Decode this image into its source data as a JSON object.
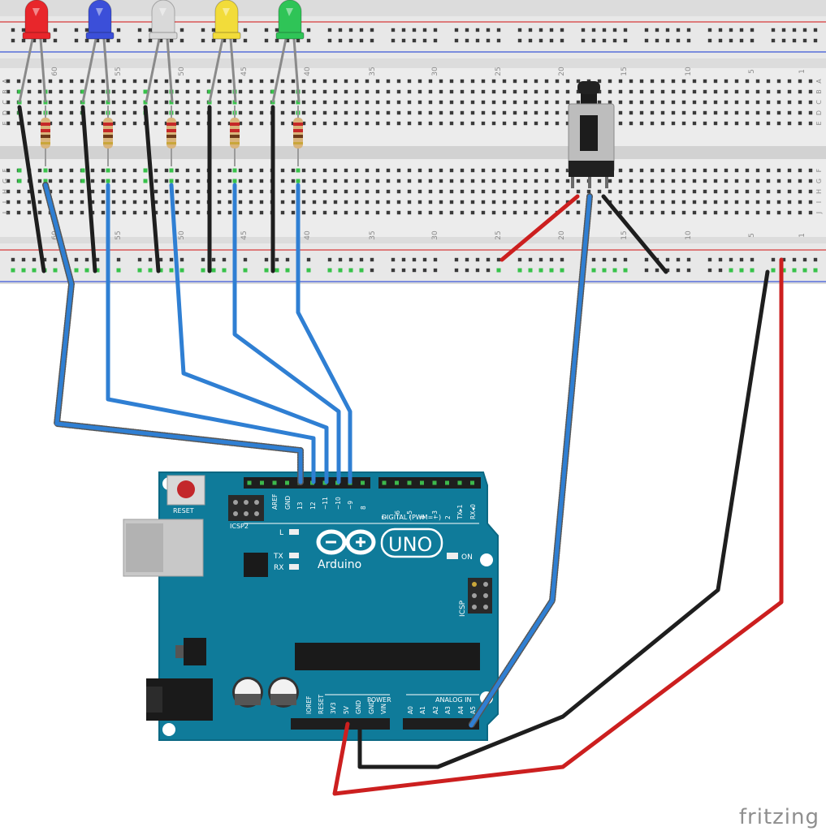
{
  "breadboard": {
    "column_numbers": [
      "60",
      "55",
      "50",
      "45",
      "40",
      "35",
      "30",
      "25",
      "20",
      "15",
      "10",
      "5",
      "1"
    ],
    "row_letters_top": [
      "A",
      "B",
      "C",
      "D",
      "E"
    ],
    "row_letters_bottom": [
      "F",
      "G",
      "H",
      "I",
      "J"
    ]
  },
  "leds": [
    {
      "color": "#e8262b"
    },
    {
      "color": "#3b4fd9"
    },
    {
      "color": "#d9d9d9"
    },
    {
      "color": "#f2dc3a"
    },
    {
      "color": "#2fc457"
    }
  ],
  "arduino": {
    "reset_label": "RESET",
    "icsp2_label": "ICSP2",
    "icsp_label": "ICSP",
    "digital_label": "DIGITAL (PWM=~)",
    "power_label": "POWER",
    "analog_label": "ANALOG IN",
    "brand": "Arduino",
    "model": "UNO",
    "led_labels": [
      "L",
      "TX",
      "RX"
    ],
    "on_label": "ON",
    "top_pins": [
      "AREF",
      "GND",
      "13",
      "12",
      "~11",
      "~10",
      "~9",
      "8"
    ],
    "top_pins2": [
      "7",
      "~6",
      "~5",
      "4",
      "~3",
      "2",
      "TX▸1",
      "RX◂0"
    ],
    "power_pins": [
      "IOREF",
      "RESET",
      "3V3",
      "5V",
      "GND",
      "GND",
      "VIN"
    ],
    "analog_pins": [
      "A0",
      "A1",
      "A2",
      "A3",
      "A4",
      "A5"
    ]
  },
  "watermark": "fritzing"
}
